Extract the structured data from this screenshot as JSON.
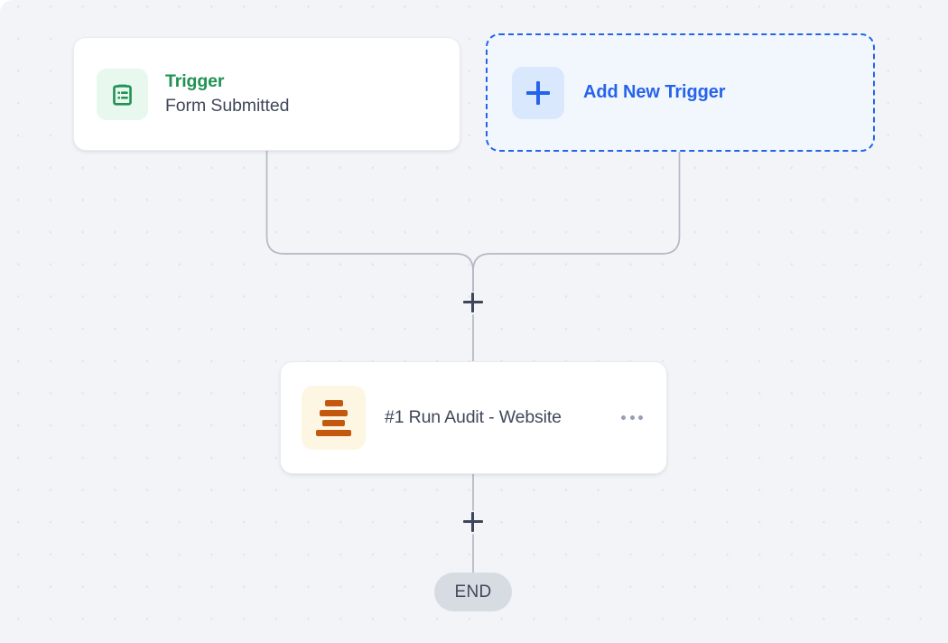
{
  "canvas": {
    "background_color": "#f2f4f8",
    "dot_color": "#e3e5ea",
    "type": "workflow-builder-canvas"
  },
  "nodes": {
    "trigger": {
      "icon": "clipboard-list-icon",
      "icon_color": "#1f9254",
      "icon_background": "#e9f8ef",
      "kicker": "Trigger",
      "title": "Form Submitted",
      "kicker_color": "#1f9254",
      "title_color": "#41485a"
    },
    "add_trigger": {
      "icon": "plus-icon",
      "label": "Add New Trigger",
      "accent_color": "#2563eb",
      "background": "#f2f7fe",
      "border_style": "dashed"
    },
    "audit": {
      "icon": "stacked-bars-icon",
      "icon_color": "#c4580f",
      "icon_background": "#fdf6e3",
      "label": "#1 Run Audit - Website",
      "menu_icon": "ellipsis-icon"
    },
    "end": {
      "label": "END",
      "background": "#d7dbe2",
      "text_color": "#41485a"
    }
  },
  "edges": {
    "add_step_icon": "plus-icon",
    "line_color": "#b3b9c4",
    "merge_plus_label": "+",
    "end_plus_label": "+"
  }
}
